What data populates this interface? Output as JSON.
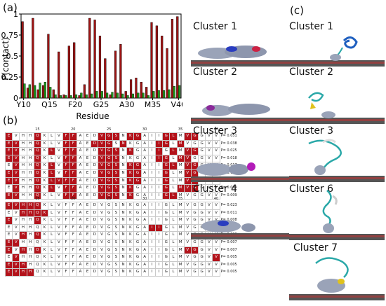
{
  "panels": {
    "a": "(a)",
    "b": "(b)",
    "c": "(c)"
  },
  "chart_data": {
    "type": "bar",
    "ylabel": "P(contact)",
    "xlabel": "Residue",
    "ylim": [
      0,
      1
    ],
    "yticks": [
      "0",
      "0.25",
      "0.5",
      "0.75",
      "1"
    ],
    "xtick_labels": [
      "Y10",
      "Q15",
      "F20",
      "G25",
      "A30",
      "M35",
      "V40"
    ],
    "colors": {
      "red": "#9e1414",
      "green": "#1f9a1f"
    },
    "categories": [
      "10",
      "11",
      "12",
      "13",
      "14",
      "15",
      "16",
      "17",
      "18",
      "19",
      "20",
      "21",
      "22",
      "23",
      "24",
      "25",
      "26",
      "27",
      "28",
      "29",
      "30",
      "31",
      "32",
      "33",
      "34",
      "35",
      "36",
      "37",
      "38",
      "39",
      "40"
    ],
    "series": [
      {
        "values": [
          0.91,
          0.12,
          0.95,
          0.1,
          0.15,
          0.76,
          0.1,
          0.55,
          0.04,
          0.62,
          0.66,
          0.03,
          0.16,
          0.95,
          0.93,
          0.74,
          0.47,
          0.04,
          0.56,
          0.64,
          0.08,
          0.22,
          0.24,
          0.19,
          0.13,
          0.9,
          0.86,
          0.74,
          0.59,
          0.94,
          0.97
        ]
      },
      {
        "values": [
          0.17,
          0.16,
          0.15,
          0.18,
          0.19,
          0.13,
          0.04,
          0.03,
          0.03,
          0.03,
          0.04,
          0.06,
          0.04,
          0.05,
          0.08,
          0.08,
          0.06,
          0.07,
          0.06,
          0.05,
          0.03,
          0.05,
          0.06,
          0.06,
          0.03,
          0.08,
          0.09,
          0.09,
          0.1,
          0.14,
          0.15
        ]
      }
    ]
  },
  "sequence": {
    "residues": [
      "E",
      "V",
      "H",
      "H",
      "Q",
      "K",
      "L",
      "V",
      "F",
      "F",
      "A",
      "E",
      "D",
      "V",
      "G",
      "S",
      "N",
      "K",
      "G",
      "A",
      "I",
      "I",
      "G",
      "L",
      "M",
      "V",
      "G",
      "G",
      "V",
      "V"
    ],
    "index_labels": [
      "15",
      "20",
      "25",
      "30",
      "35",
      "40"
    ],
    "top": {
      "p_values": [
        "P= 0.051",
        "P= 0.038",
        "P= 0.025",
        "P= 0.018",
        "P= 0.017",
        "P= 0.012",
        "P= 0.010",
        "P= 0.009",
        "P= 0.009"
      ],
      "rows": [
        [
          1,
          0,
          0,
          0,
          1,
          0,
          0,
          0,
          1,
          1,
          0,
          0,
          0,
          1,
          1,
          1,
          0,
          1,
          1,
          0,
          0,
          0,
          1,
          1,
          0,
          1,
          1,
          0,
          0,
          0
        ],
        [
          1,
          1,
          0,
          0,
          1,
          0,
          0,
          0,
          1,
          1,
          0,
          0,
          1,
          1,
          1,
          0,
          1,
          0,
          0,
          0,
          0,
          1,
          1,
          0,
          1,
          0,
          0,
          0,
          0,
          0
        ],
        [
          1,
          1,
          0,
          0,
          1,
          0,
          1,
          0,
          1,
          1,
          0,
          0,
          0,
          1,
          1,
          1,
          0,
          1,
          0,
          0,
          0,
          1,
          0,
          1,
          0,
          1,
          1,
          0,
          0,
          0
        ],
        [
          1,
          1,
          0,
          0,
          1,
          0,
          0,
          0,
          1,
          1,
          0,
          0,
          0,
          1,
          1,
          1,
          0,
          0,
          0,
          0,
          0,
          1,
          1,
          0,
          1,
          1,
          0,
          0,
          0,
          0
        ],
        [
          0,
          1,
          0,
          0,
          1,
          0,
          1,
          0,
          1,
          1,
          0,
          0,
          0,
          1,
          1,
          1,
          0,
          1,
          1,
          0,
          0,
          0,
          1,
          1,
          0,
          1,
          1,
          0,
          0,
          0
        ],
        [
          1,
          1,
          0,
          0,
          1,
          0,
          1,
          0,
          1,
          1,
          0,
          0,
          0,
          1,
          1,
          1,
          0,
          1,
          1,
          0,
          0,
          0,
          1,
          0,
          0,
          1,
          1,
          0,
          0,
          0
        ],
        [
          1,
          1,
          0,
          0,
          1,
          0,
          1,
          1,
          1,
          1,
          0,
          0,
          0,
          1,
          1,
          1,
          0,
          1,
          1,
          0,
          0,
          0,
          1,
          0,
          0,
          1,
          1,
          0,
          0,
          0
        ],
        [
          0,
          1,
          0,
          0,
          1,
          0,
          1,
          0,
          1,
          1,
          0,
          0,
          0,
          1,
          1,
          1,
          0,
          1,
          0,
          0,
          0,
          0,
          1,
          0,
          1,
          1,
          1,
          0,
          0,
          0
        ],
        [
          1,
          1,
          0,
          0,
          1,
          0,
          0,
          0,
          1,
          1,
          0,
          0,
          0,
          1,
          1,
          1,
          0,
          1,
          0,
          0,
          0,
          0,
          1,
          1,
          0,
          0,
          0,
          0,
          0,
          0
        ]
      ]
    },
    "bottom": {
      "p_values": [
        "P= 0.023",
        "P= 0.011",
        "P= 0.008",
        "P= 0.008",
        "P= 0.008",
        "P= 0.007",
        "P= 0.007",
        "P= 0.005",
        "P= 0.005",
        "P= 0.005"
      ],
      "rows": [
        [
          1,
          1,
          1,
          1,
          1,
          0,
          0,
          0,
          0,
          0,
          0,
          0,
          0,
          0,
          0,
          0,
          0,
          0,
          0,
          0,
          0,
          0,
          0,
          0,
          0,
          0,
          0,
          0,
          0,
          0
        ],
        [
          0,
          0,
          1,
          1,
          1,
          1,
          0,
          0,
          0,
          0,
          0,
          0,
          0,
          0,
          0,
          0,
          0,
          0,
          0,
          0,
          0,
          0,
          0,
          0,
          0,
          0,
          0,
          0,
          0,
          0
        ],
        [
          1,
          0,
          0,
          0,
          1,
          0,
          0,
          0,
          0,
          0,
          0,
          0,
          0,
          0,
          0,
          0,
          0,
          0,
          0,
          0,
          0,
          0,
          0,
          0,
          0,
          0,
          0,
          0,
          0,
          0
        ],
        [
          0,
          0,
          0,
          0,
          0,
          0,
          0,
          0,
          0,
          0,
          0,
          0,
          0,
          0,
          0,
          0,
          0,
          0,
          0,
          0,
          1,
          1,
          0,
          0,
          0,
          0,
          0,
          0,
          0,
          0
        ],
        [
          0,
          0,
          1,
          0,
          1,
          0,
          0,
          0,
          0,
          0,
          0,
          0,
          0,
          0,
          0,
          0,
          0,
          0,
          0,
          0,
          0,
          0,
          0,
          0,
          0,
          0,
          0,
          0,
          0,
          0
        ],
        [
          1,
          1,
          0,
          0,
          0,
          0,
          0,
          0,
          0,
          0,
          0,
          0,
          0,
          0,
          0,
          0,
          0,
          0,
          0,
          0,
          0,
          0,
          0,
          0,
          0,
          0,
          0,
          0,
          0,
          0
        ],
        [
          1,
          0,
          1,
          0,
          1,
          0,
          0,
          0,
          0,
          0,
          0,
          0,
          0,
          0,
          0,
          0,
          0,
          0,
          0,
          0,
          0,
          0,
          0,
          0,
          0,
          1,
          1,
          0,
          0,
          0
        ],
        [
          0,
          1,
          0,
          0,
          0,
          0,
          0,
          0,
          0,
          0,
          0,
          0,
          0,
          0,
          0,
          0,
          0,
          0,
          0,
          0,
          0,
          0,
          0,
          0,
          0,
          0,
          0,
          0,
          0,
          1
        ],
        [
          1,
          1,
          1,
          0,
          0,
          0,
          0,
          0,
          0,
          0,
          0,
          0,
          0,
          0,
          0,
          0,
          0,
          0,
          0,
          0,
          0,
          0,
          0,
          0,
          0,
          0,
          0,
          0,
          0,
          0
        ],
        [
          1,
          1,
          1,
          1,
          0,
          0,
          0,
          0,
          0,
          0,
          0,
          0,
          0,
          0,
          0,
          0,
          0,
          0,
          0,
          0,
          0,
          0,
          0,
          0,
          0,
          0,
          0,
          0,
          0,
          0
        ]
      ]
    }
  },
  "clusters_left": [
    "Cluster 1",
    "Cluster 2",
    "Cluster 3",
    "Cluster 4"
  ],
  "clusters_right": [
    "Cluster 1",
    "Cluster 2",
    "Cluster 3",
    "Cluster 6",
    "Cluster 7"
  ]
}
